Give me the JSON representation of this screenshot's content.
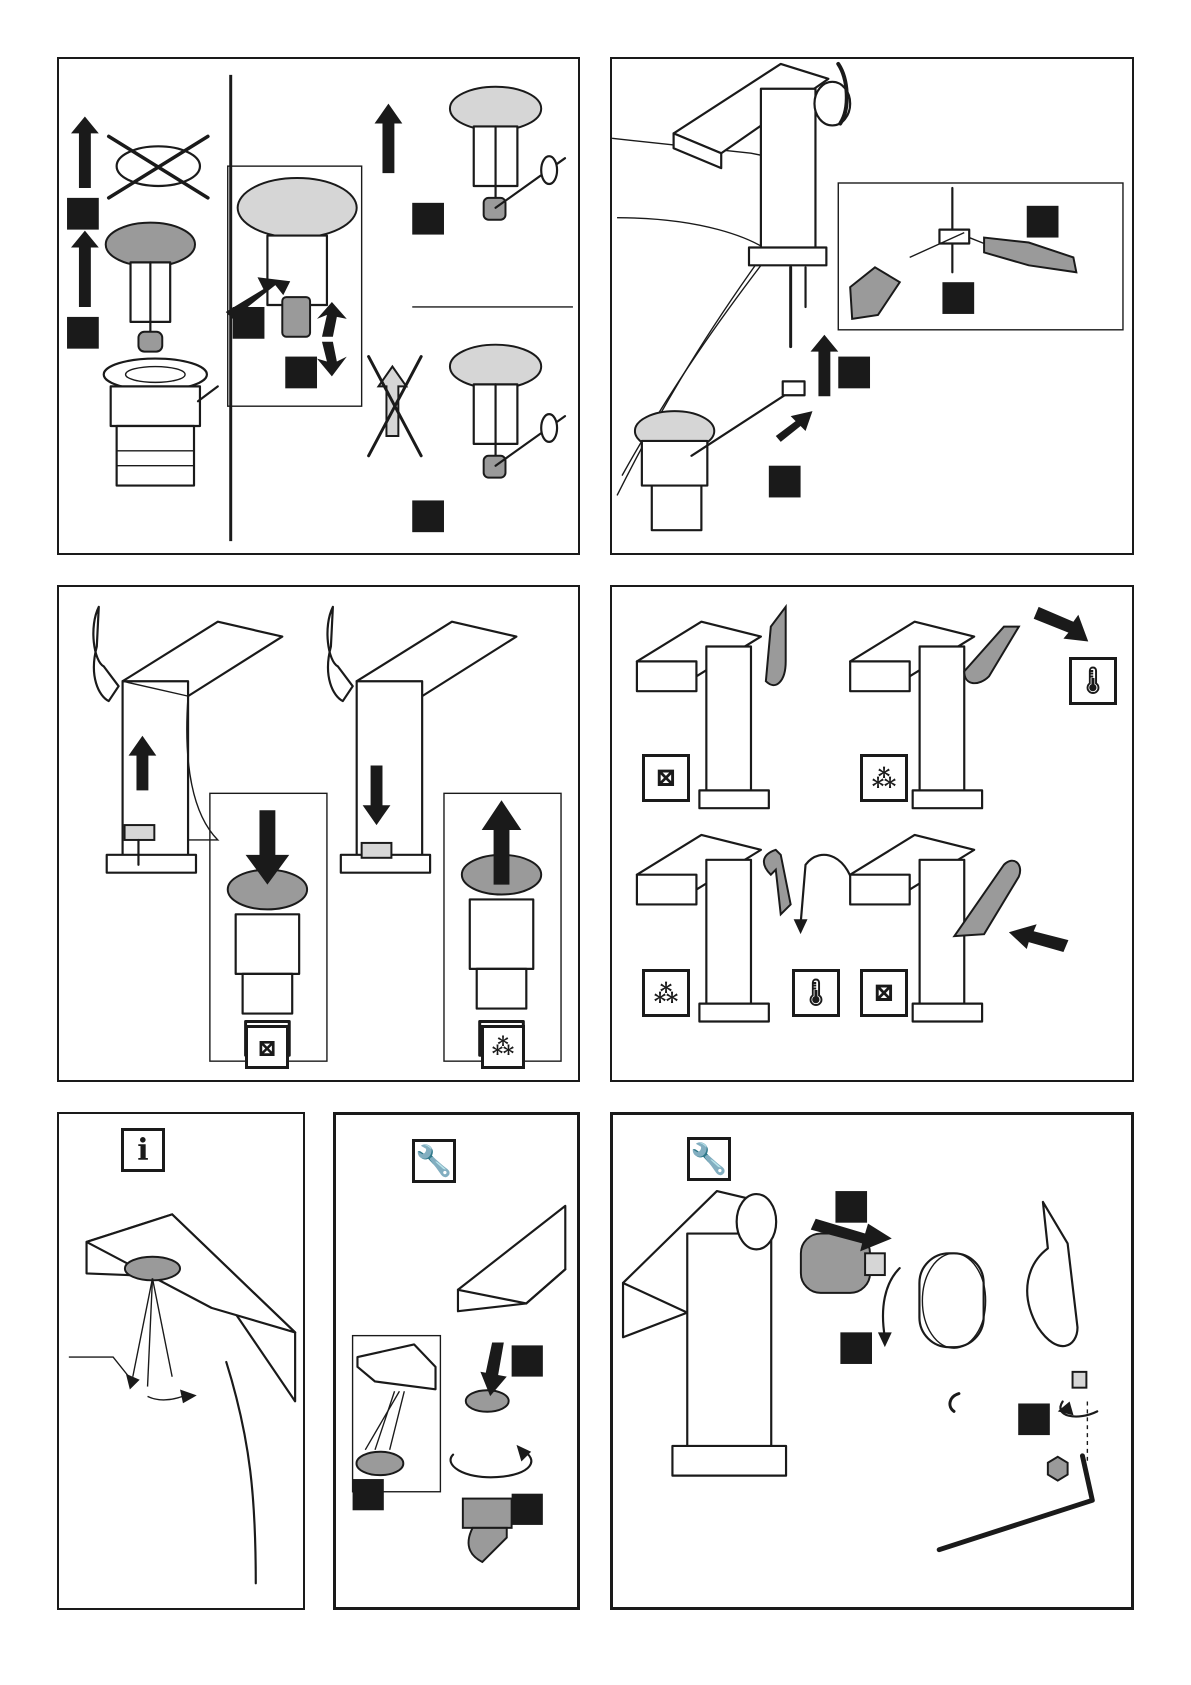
{
  "document": {
    "panels": [
      {
        "id": "pop-up-waste-assembly",
        "info_icon": ""
      },
      {
        "id": "pop-up-rod-installation",
        "info_icon": ""
      },
      {
        "id": "pop-up-operation",
        "info_icon": ""
      },
      {
        "id": "lever-operation",
        "info_icon": ""
      },
      {
        "id": "aerator-info",
        "info_icon": "i"
      },
      {
        "id": "aerator-maintenance",
        "info_icon": ""
      },
      {
        "id": "cartridge-maintenance",
        "info_icon": ""
      }
    ]
  },
  "colors": {
    "ink": "#1a1a1a",
    "shade": "#9a9a9a",
    "light_shade": "#d6d6d6"
  },
  "icons": {
    "info": "info-icon",
    "wrench": "wrench-icon",
    "thermometer": "thermometer-icon",
    "water-flow": "water-flow-icon",
    "no-water": "no-water-icon"
  }
}
